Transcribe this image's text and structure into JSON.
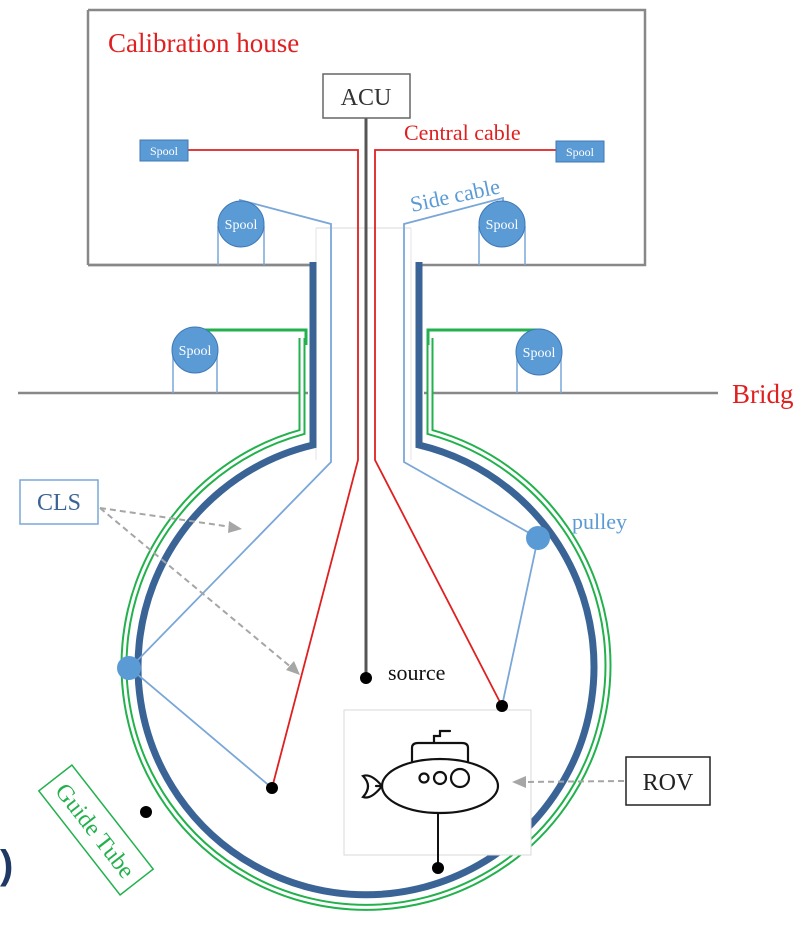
{
  "labels": {
    "calibration_house": "Calibration house",
    "acu": "ACU",
    "central_cable": "Central cable",
    "side_cable": "Side cable",
    "spool": "Spool",
    "bridge": "Bridg",
    "cls": "CLS",
    "pulley": "pulley",
    "source": "source",
    "rov": "ROV",
    "guide_tube": "Guide Tube",
    "edge_glyph": ")"
  },
  "colors": {
    "red_cable": "#e02020",
    "blue_cable": "#7aa7d8",
    "guide_tube_green": "#22b14c",
    "guide_tube_blue": "#3a6496",
    "spool_fill": "#5b9bd5",
    "spool_stroke": "#3f78b5",
    "gray_line": "#888888",
    "center_cable": "#555555",
    "dashed_arrow": "#a6a6a6",
    "label_red": "#e02020",
    "label_blue": "#5b9bd5",
    "label_green": "#22b14c",
    "edge_glyph": "#1f3864"
  },
  "icons": {
    "submarine": "submarine-icon",
    "pulley": "pulley-icon",
    "endpoint": "endpoint-dot-icon"
  }
}
